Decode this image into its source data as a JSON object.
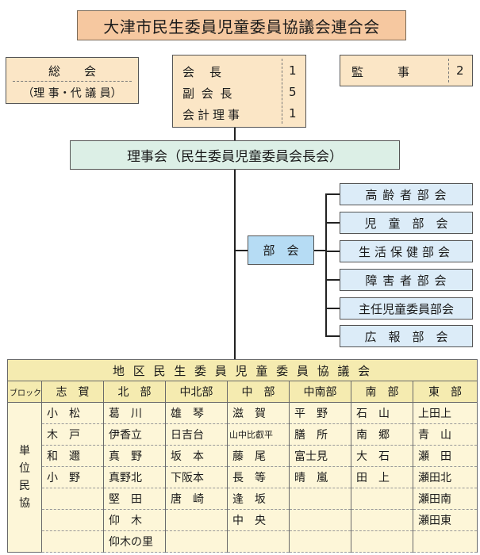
{
  "title": "大津市民生委員児童委員協議会連合会",
  "soukai": {
    "line1": "総　　会",
    "line2": "（理 事・代 議 員）"
  },
  "officers": [
    {
      "role": "会　長",
      "count": "1"
    },
    {
      "role": "副 会 長",
      "count": "5"
    },
    {
      "role": "会計理事",
      "count": "1"
    }
  ],
  "kanji": {
    "role": "監　事",
    "count": "2"
  },
  "rijikai": "理事会（民生委員児童委員会長会）",
  "bukai": "部　会",
  "subcommittees": [
    "高 齢 者 部 会",
    "児　童　部　会",
    "生活保健部会",
    "障 害 者 部 会",
    "主任児童委員部会",
    "広　報　部　会"
  ],
  "district": {
    "header": "地 区 民 生 委 員 児 童 委 員 協 議 会",
    "block_label": "ブロック",
    "unit_label": [
      "単",
      "位",
      "民",
      "協"
    ],
    "blocks": [
      "志　賀",
      "北　部",
      "中北部",
      "中　部",
      "中南部",
      "南　部",
      "東　部"
    ],
    "members": [
      [
        "小　松",
        "木　戸",
        "和　邇",
        "小　野"
      ],
      [
        "葛　川",
        "伊香立",
        "真　野",
        "真野北",
        "堅　田",
        "仰　木",
        "仰木の里"
      ],
      [
        "雄　琴",
        "日吉台",
        "坂　本",
        "下阪本",
        "唐　崎"
      ],
      [
        "滋　賀",
        "山中比叡平",
        "藤　尾",
        "長　等",
        "逢　坂",
        "中　央"
      ],
      [
        "平　野",
        "膳　所",
        "富士見",
        "晴　嵐"
      ],
      [
        "石　山",
        "南　郷",
        "大　石",
        "田　上"
      ],
      [
        "上田上",
        "青　山",
        "瀬　田",
        "瀬田北",
        "瀬田南",
        "瀬田東"
      ]
    ]
  }
}
